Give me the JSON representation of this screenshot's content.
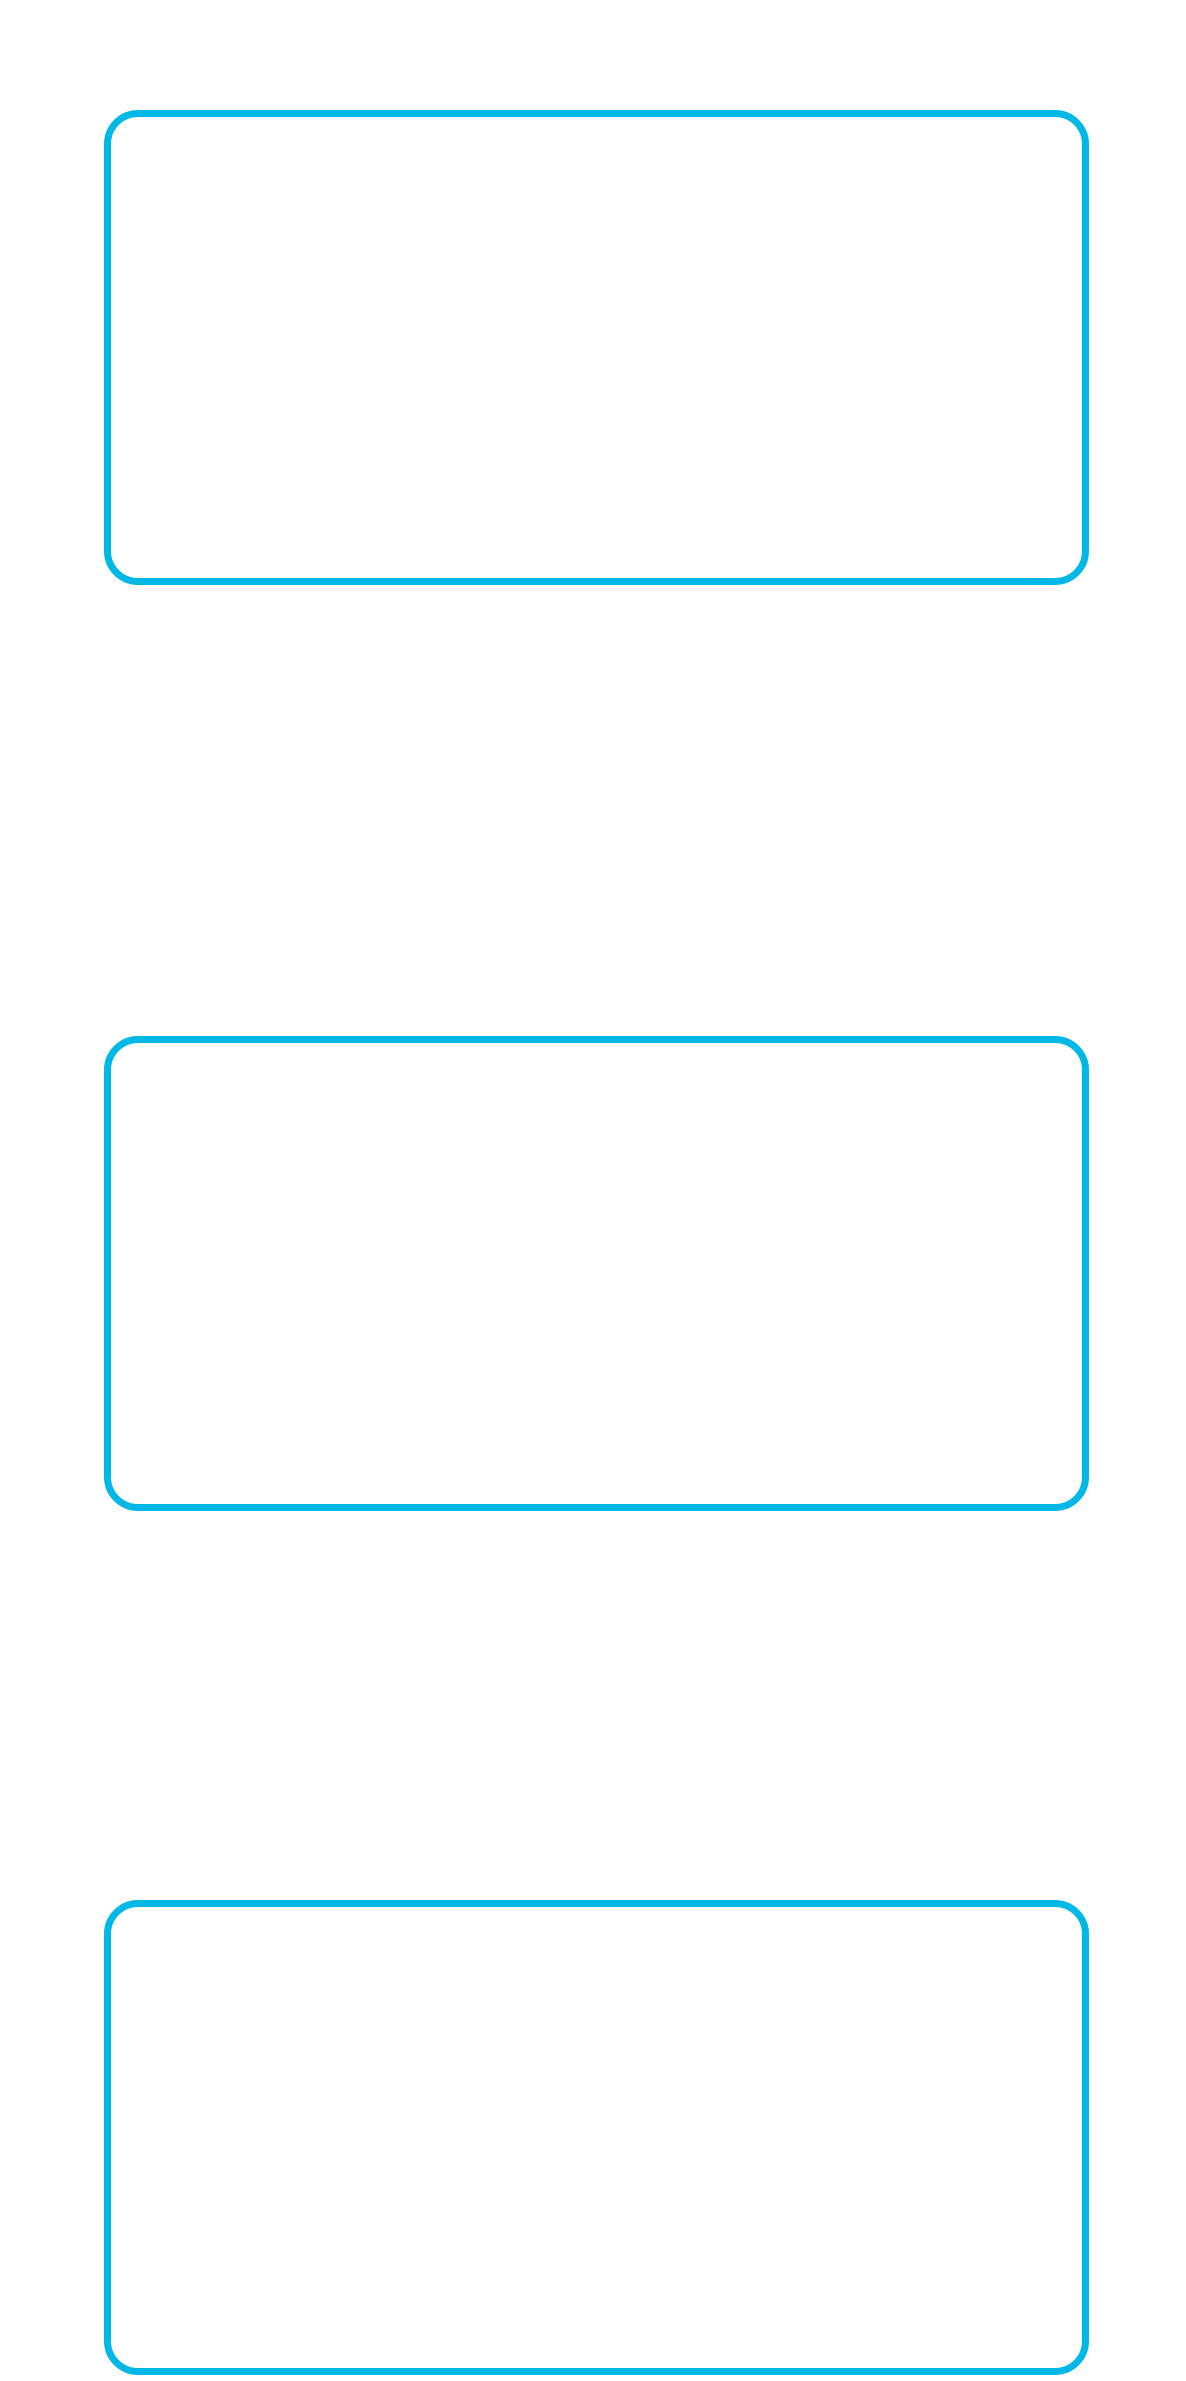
{
  "colors": {
    "background": "#fefefe",
    "frame_border": "#00b8e6"
  },
  "frames": [
    {
      "id": "frame-1",
      "content": ""
    },
    {
      "id": "frame-2",
      "content": ""
    },
    {
      "id": "frame-3",
      "content": ""
    }
  ]
}
